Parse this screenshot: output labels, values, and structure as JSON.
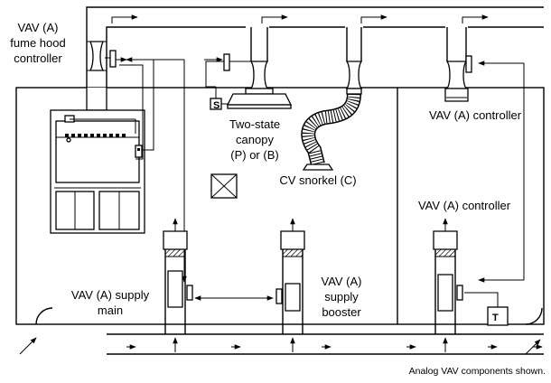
{
  "labels": {
    "fume_hood_controller": [
      "VAV (A)",
      "fume hood",
      "controller"
    ],
    "two_state_canopy": [
      "Two-state",
      "canopy",
      "(P) or (B)"
    ],
    "cv_snorkel": "CV snorkel (C)",
    "vav_controller_upper": "VAV (A) controller",
    "vav_controller_lower": "VAV (A) controller",
    "supply_main": [
      "VAV (A) supply",
      "main"
    ],
    "supply_booster": [
      "VAV (A)",
      "supply",
      "booster"
    ],
    "canopy_switch": "S",
    "thermostat": "T",
    "footnote": "Analog VAV components shown."
  }
}
